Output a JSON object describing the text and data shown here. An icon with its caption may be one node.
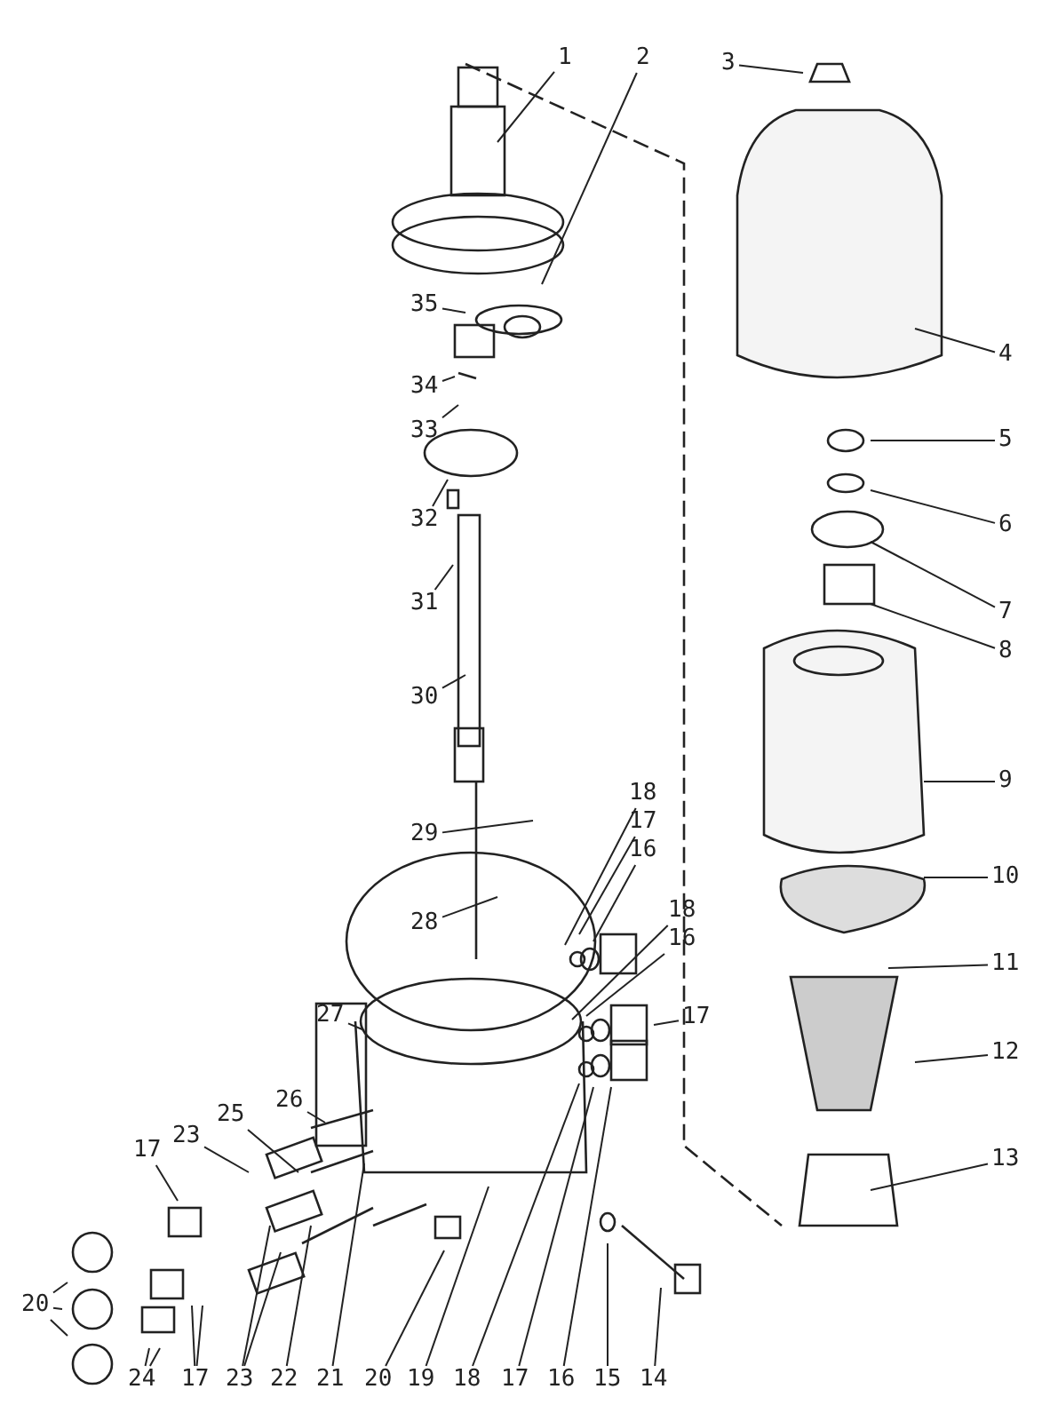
{
  "diagram": {
    "nodes": [
      {
        "text": [
          "1"
        ]
      },
      {
        "text": [
          "2"
        ]
      },
      {
        "text": [
          "3"
        ]
      },
      {
        "text": [
          "35"
        ]
      },
      {
        "text": [
          "4"
        ]
      },
      {
        "text": [
          "34"
        ]
      },
      {
        "text": [
          "33"
        ]
      },
      {
        "text": [
          "5"
        ]
      },
      {
        "text": [
          "32"
        ]
      },
      {
        "text": [
          "6"
        ]
      },
      {
        "text": [
          "31"
        ]
      },
      {
        "text": [
          "7"
        ]
      },
      {
        "text": [
          "8"
        ]
      },
      {
        "text": [
          "30"
        ]
      },
      {
        "text": [
          "9"
        ]
      },
      {
        "text": [
          "18"
        ]
      },
      {
        "text": [
          "17"
        ]
      },
      {
        "text": [
          "29"
        ]
      },
      {
        "text": [
          "16"
        ]
      },
      {
        "text": [
          "10"
        ]
      },
      {
        "text": [
          "18"
        ]
      },
      {
        "text": [
          "28"
        ]
      },
      {
        "text": [
          "16"
        ]
      },
      {
        "text": [
          "11"
        ]
      },
      {
        "text": [
          "27"
        ]
      },
      {
        "text": [
          "17"
        ]
      },
      {
        "text": [
          "12"
        ]
      },
      {
        "text": [
          "26"
        ]
      },
      {
        "text": [
          "25"
        ]
      },
      {
        "text": [
          "23"
        ]
      },
      {
        "text": [
          "17"
        ]
      },
      {
        "text": [
          "13"
        ]
      },
      {
        "text": [
          "20"
        ]
      },
      {
        "text": [
          "24"
        ]
      },
      {
        "text": [
          "17"
        ]
      },
      {
        "text": [
          "23"
        ]
      },
      {
        "text": [
          "22"
        ]
      },
      {
        "text": [
          "21"
        ]
      },
      {
        "text": [
          "20"
        ]
      },
      {
        "text": [
          "19"
        ]
      },
      {
        "text": [
          "18"
        ]
      },
      {
        "text": [
          "17"
        ]
      },
      {
        "text": [
          "16"
        ]
      },
      {
        "text": [
          "15"
        ]
      },
      {
        "text": [
          "14"
        ]
      }
    ],
    "edges": [
      {
        "from": 0,
        "to": null,
        "arrow": "none"
      },
      {
        "from": 1,
        "to": null,
        "arrow": "none"
      },
      {
        "from": 2,
        "to": null,
        "arrow": "none"
      },
      {
        "from": 3,
        "to": null,
        "arrow": "none"
      },
      {
        "from": 4,
        "to": null,
        "arrow": "none"
      },
      {
        "from": 5,
        "to": null,
        "arrow": "none"
      },
      {
        "from": 6,
        "to": null,
        "arrow": "none"
      },
      {
        "from": 7,
        "to": null,
        "arrow": "none"
      },
      {
        "from": 8,
        "to": null,
        "arrow": "none"
      },
      {
        "from": 9,
        "to": null,
        "arrow": "none"
      },
      {
        "from": 10,
        "to": null,
        "arrow": "none"
      },
      {
        "from": 11,
        "to": null,
        "arrow": "none"
      },
      {
        "from": 12,
        "to": null,
        "arrow": "none"
      },
      {
        "from": 13,
        "to": null,
        "arrow": "none"
      },
      {
        "from": 14,
        "to": null,
        "arrow": "none"
      },
      {
        "from": 15,
        "to": null,
        "arrow": "none"
      },
      {
        "from": 16,
        "to": null,
        "arrow": "none"
      },
      {
        "from": 17,
        "to": null,
        "arrow": "none"
      },
      {
        "from": 18,
        "to": null,
        "arrow": "none"
      },
      {
        "from": 19,
        "to": null,
        "arrow": "none"
      },
      {
        "from": 20,
        "to": null,
        "arrow": "none"
      },
      {
        "from": 21,
        "to": null,
        "arrow": "none"
      },
      {
        "from": 22,
        "to": null,
        "arrow": "none"
      },
      {
        "from": 23,
        "to": null,
        "arrow": "none"
      },
      {
        "from": 24,
        "to": null,
        "arrow": "none"
      },
      {
        "from": 25,
        "to": null,
        "arrow": "none"
      },
      {
        "from": 26,
        "to": null,
        "arrow": "none"
      },
      {
        "from": 27,
        "to": null,
        "arrow": "none"
      },
      {
        "from": 28,
        "to": null,
        "arrow": "none"
      },
      {
        "from": 29,
        "to": null,
        "arrow": "none"
      },
      {
        "from": 30,
        "to": null,
        "arrow": "none"
      },
      {
        "from": 31,
        "to": null,
        "arrow": "none"
      },
      {
        "from": 32,
        "to": null,
        "arrow": "none"
      },
      {
        "from": 32,
        "to": null,
        "arrow": "none"
      },
      {
        "from": 32,
        "to": null,
        "arrow": "none"
      },
      {
        "from": 33,
        "to": null,
        "arrow": "none"
      },
      {
        "from": 33,
        "to": null,
        "arrow": "none"
      },
      {
        "from": 34,
        "to": null,
        "arrow": "none"
      },
      {
        "from": 34,
        "to": null,
        "arrow": "none"
      },
      {
        "from": 35,
        "to": null,
        "arrow": "none"
      },
      {
        "from": 35,
        "to": null,
        "arrow": "none"
      },
      {
        "from": 36,
        "to": null,
        "arrow": "none"
      },
      {
        "from": 37,
        "to": null,
        "arrow": "none"
      },
      {
        "from": 38,
        "to": null,
        "arrow": "none"
      },
      {
        "from": 39,
        "to": null,
        "arrow": "none"
      },
      {
        "from": 40,
        "to": null,
        "arrow": "none"
      },
      {
        "from": 41,
        "to": null,
        "arrow": "none"
      },
      {
        "from": 42,
        "to": null,
        "arrow": "none"
      },
      {
        "from": 43,
        "to": null,
        "arrow": "none"
      },
      {
        "from": 44,
        "to": null,
        "arrow": "none"
      }
    ]
  }
}
